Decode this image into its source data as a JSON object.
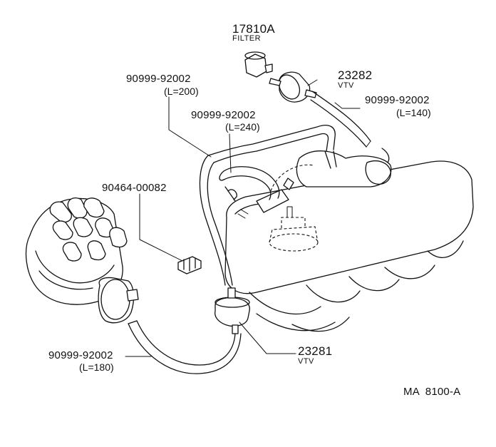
{
  "parts": {
    "filter": {
      "number": "17810A",
      "name": "FILTER"
    },
    "vtv_upper": {
      "number": "23282",
      "name": "VTV"
    },
    "vtv_lower": {
      "number": "23281",
      "name": "VTV"
    },
    "hose_140": {
      "number": "90999-92002",
      "length": "(L=140)"
    },
    "hose_200": {
      "number": "90999-92002",
      "length": "(L=200)"
    },
    "hose_240": {
      "number": "90999-92002",
      "length": "(L=240)"
    },
    "hose_180": {
      "number": "90999-92002",
      "length": "(L=180)"
    },
    "clip": {
      "number": "90464-00082"
    }
  },
  "diagram_code": "MA  8100-A"
}
